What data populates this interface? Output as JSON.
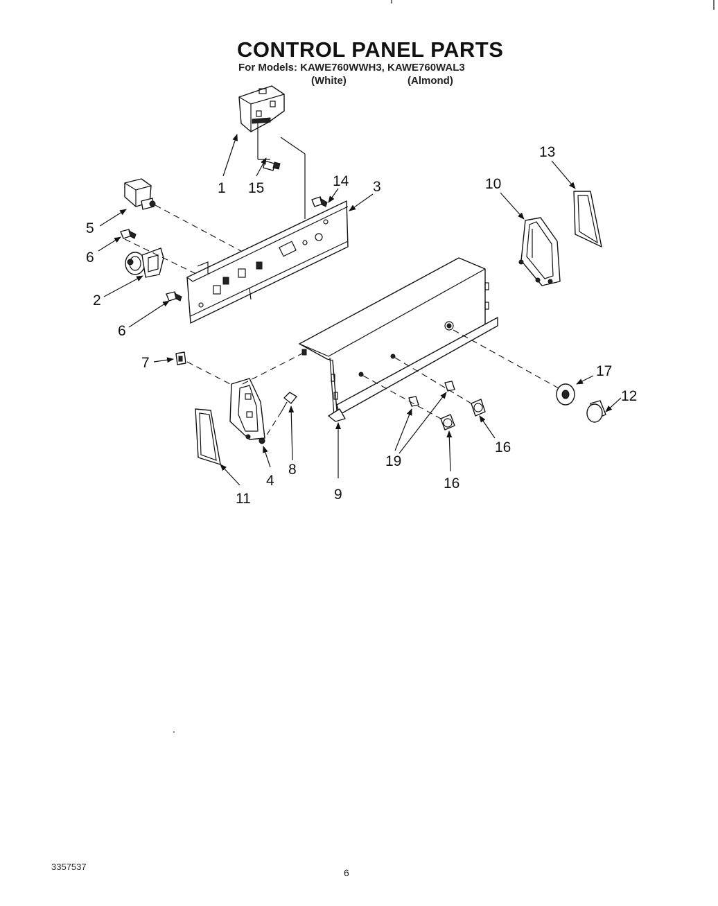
{
  "title": "CONTROL PANEL PARTS",
  "models_line": "For Models: KAWE760WWH3, KAWE760WAL3",
  "variants": {
    "white": "(White)",
    "almond": "(Almond)"
  },
  "callouts": {
    "c1": "1",
    "c15": "15",
    "c14": "14",
    "c3": "3",
    "c5": "5",
    "c6a": "6",
    "c2": "2",
    "c6b": "6",
    "c13": "13",
    "c10": "10",
    "c7": "7",
    "c17": "17",
    "c12": "12",
    "c8": "8",
    "c4": "4",
    "c11": "11",
    "c9": "9",
    "c19": "19",
    "c16a": "16",
    "c16b": "16"
  },
  "footer": {
    "doc_number": "3357537",
    "page_number": "6"
  }
}
